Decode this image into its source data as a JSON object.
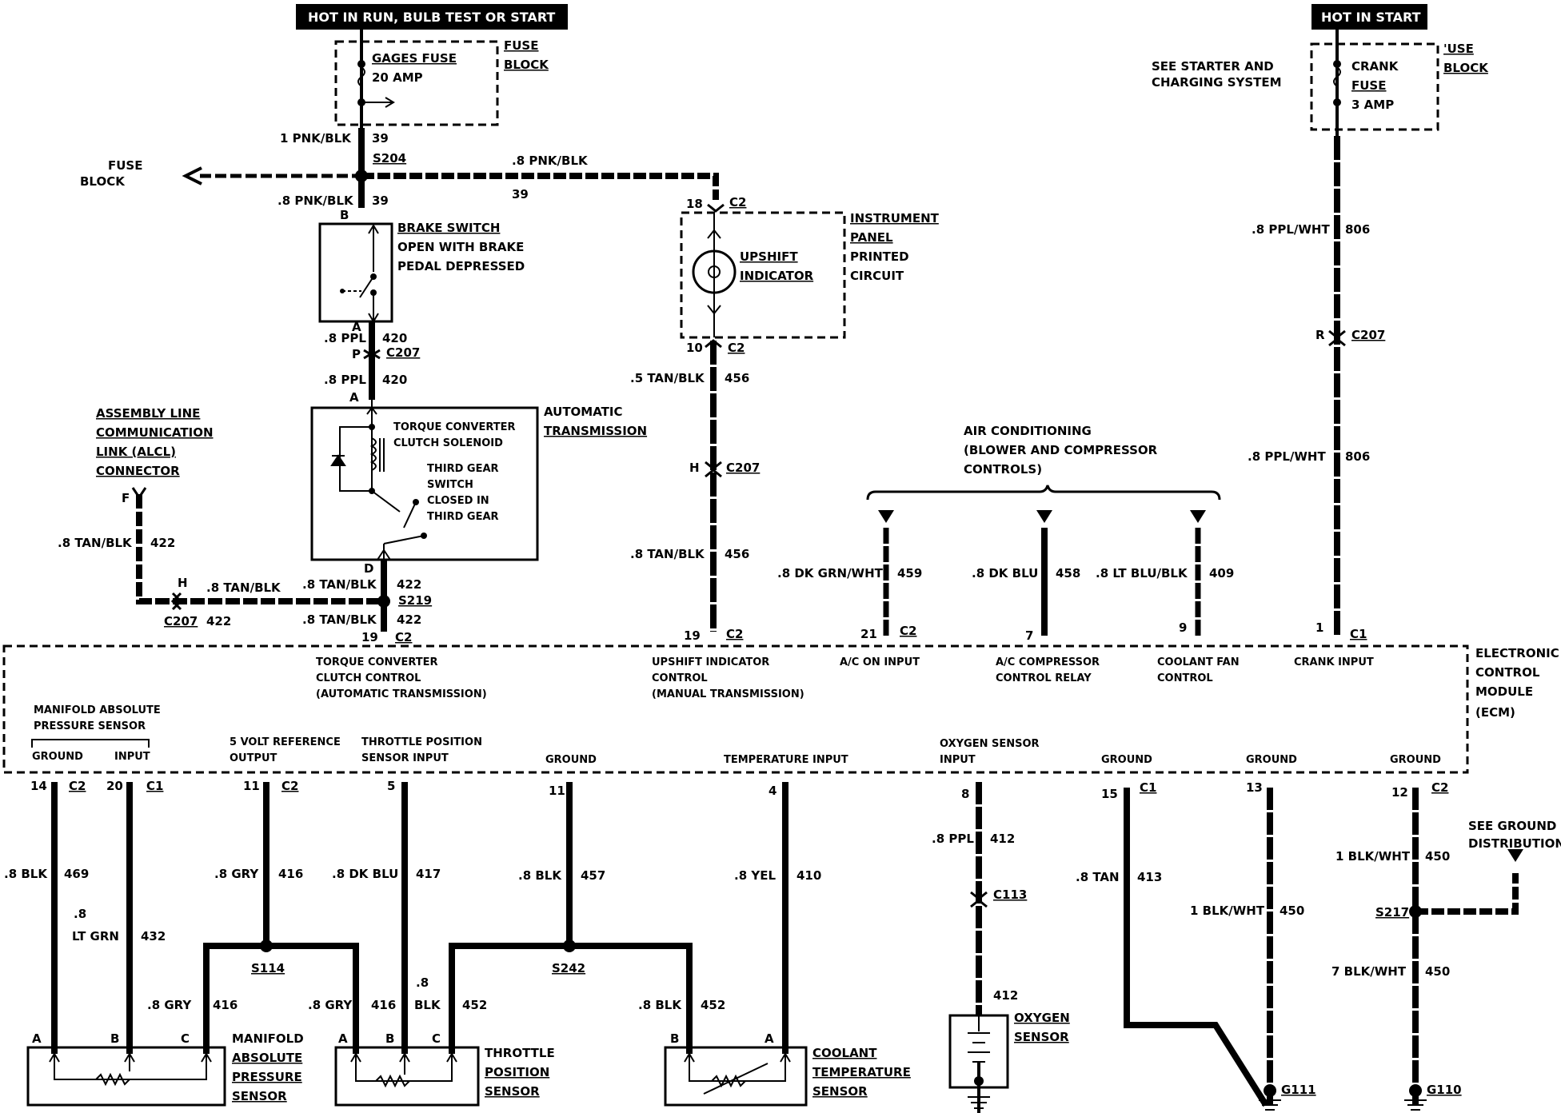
{
  "header": {
    "hot_run": "HOT IN RUN,   BULB TEST OR START",
    "hot_start": "HOT IN START"
  },
  "gages_fuse": {
    "name": "GAGES FUSE",
    "amp": "20 AMP",
    "block1": "FUSE",
    "block2": "BLOCK"
  },
  "crank_fuse": {
    "l1": "CRANK",
    "l2": "FUSE",
    "amp": "3 AMP",
    "block1": "'USE",
    "block2": "BLOCK"
  },
  "starter_note": {
    "l1": "SEE STARTER AND",
    "l2": "CHARGING SYSTEM"
  },
  "fuse_block_left": {
    "l1": "FUSE",
    "l2": "BLOCK"
  },
  "wires": {
    "w39a": "1 PNK/BLK",
    "c39a": "39",
    "s204": "S204",
    "w39b": ".8 PNK/BLK",
    "c39b": "39",
    "w39c": ".8 PNK/BLK",
    "c39c": "39",
    "w420a": ".8 PPL",
    "c420a": "420",
    "w420b": ".8 PPL",
    "c420b": "420",
    "c207a": "C207",
    "w456a": ".5 TAN/BLK",
    "c456a": "456",
    "w456b": ".8 TAN/BLK",
    "c456b": "456",
    "c207b": "C207",
    "w806a": ".8 PPL/WHT",
    "c806a": "806",
    "w806b": ".8 PPL/WHT",
    "c806b": "806",
    "c207c": "C207",
    "w422a": ".8 TAN/BLK",
    "c422a": "422",
    "w422b": ".8 TAN/BLK",
    "w422c": ".8 TAN/BLK",
    "c422c": "422",
    "w422d": ".8 TAN/BLK",
    "c422d": "422",
    "c207d": "C207",
    "c422e": "422",
    "s219": "S219",
    "w459": ".8 DK GRN/WHT",
    "c459": "459",
    "w458": ".8 DK BLU",
    "c458": "458",
    "w409": ".8 LT BLU/BLK",
    "c409": "409"
  },
  "connectors": {
    "c2": "C2",
    "c1": "C1",
    "pinB": "B",
    "pinA": "A",
    "pinP": "P",
    "pinD": "D",
    "pinF": "F",
    "pinH": "H",
    "pinR": "R",
    "p18": "18",
    "p10": "10",
    "p19a": "19",
    "p19b": "19",
    "p21": "21",
    "p7": "7",
    "p9": "9",
    "p1": "1"
  },
  "brake_switch": {
    "l1": "BRAKE SWITCH",
    "l2": "OPEN WITH BRAKE",
    "l3": "PEDAL DEPRESSED"
  },
  "upshift": {
    "l1": "UPSHIFT",
    "l2": "INDICATOR",
    "ip1": "INSTRUMENT",
    "ip2": "PANEL",
    "ip3": "PRINTED",
    "ip4": "CIRCUIT"
  },
  "trans": {
    "tcc1": "TORQUE CONVERTER",
    "tcc2": "CLUTCH SOLENOID",
    "tg1": "THIRD GEAR",
    "tg2": "SWITCH",
    "tg3": "CLOSED IN",
    "tg4": "THIRD GEAR",
    "auto1": "AUTOMATIC",
    "auto2": "TRANSMISSION"
  },
  "aldl": {
    "l1": "ASSEMBLY LINE",
    "l2": "COMMUNICATION",
    "l3": "LINK (ALCL)",
    "l4": "CONNECTOR"
  },
  "ac": {
    "l1": "AIR CONDITIONING",
    "l2": "(BLOWER AND COMPRESSOR",
    "l3": "CONTROLS)"
  },
  "ecm": {
    "name1": "ELECTRONIC",
    "name2": "CONTROL",
    "name3": "MODULE",
    "name4": "(ECM)",
    "tcc1": "TORQUE CONVERTER",
    "tcc2": "CLUTCH CONTROL",
    "tcc3": "(AUTOMATIC TRANSMISSION)",
    "up1": "UPSHIFT INDICATOR",
    "up2": "CONTROL",
    "up3": "(MANUAL TRANSMISSION)",
    "acon": "A/C ON INPUT",
    "acc1": "A/C COMPRESSOR",
    "acc2": "CONTROL RELAY",
    "cf1": "COOLANT FAN",
    "cf2": "CONTROL",
    "crank": "CRANK INPUT",
    "map1": "MANIFOLD ABSOLUTE",
    "map2": "PRESSURE SENSOR",
    "gnd": "GROUND",
    "input": "INPUT",
    "ref1": "5 VOLT REFERENCE",
    "ref2": "OUTPUT",
    "tps1": "THROTTLE POSITION",
    "tps2": "SENSOR INPUT",
    "gnd2": "GROUND",
    "temp": "TEMPERATURE INPUT",
    "o21": "OXYGEN SENSOR",
    "o22": "INPUT",
    "gnd3": "GROUND",
    "gnd4": "GROUND",
    "gnd5": "GROUND"
  },
  "bottom": {
    "p14": "14",
    "p20": "20",
    "p11a": "11",
    "p5": "5",
    "p11b": "11",
    "p4": "4",
    "p8": "8",
    "p15": "15",
    "p13": "13",
    "p12": "12",
    "w469": ".8 BLK",
    "c469": "469",
    "w432a": ".8",
    "w432b": "LT GRN",
    "c432": "432",
    "w416a": ".8 GRY",
    "c416a": "416",
    "w417": ".8 DK BLU",
    "c417": "417",
    "w457": ".8 BLK",
    "c457": "457",
    "w410": ".8 YEL",
    "c410": "410",
    "w412a": ".8 PPL",
    "c412a": "412",
    "c113": "C113",
    "c412b": "412",
    "w413": ".8 TAN",
    "c413": "413",
    "w450a": "1 BLK/WHT",
    "c450a": "450",
    "w450b": "1 BLK/WHT",
    "c450b": "450",
    "w450c": "7 BLK/WHT",
    "c450c": "450",
    "s114": "S114",
    "s242": "S242",
    "s217": "S217",
    "w416b": ".8 GRY",
    "c416b": "416",
    "w416c": ".8 GRY",
    "c416c": "416",
    "w452a1": ".8",
    "w452a2": "BLK",
    "c452a": "452",
    "w452b": ".8 BLK",
    "c452b": "452",
    "gd1": "SEE GROUND",
    "gd2": "DISTRIBUTION",
    "g111": "G111",
    "g110": "G110"
  },
  "sensors": {
    "map1": "MANIFOLD",
    "map2": "ABSOLUTE",
    "map3": "PRESSURE",
    "map4": "SENSOR",
    "tps1": "THROTTLE",
    "tps2": "POSITION",
    "tps3": "SENSOR",
    "cts1": "COOLANT",
    "cts2": "TEMPERATURE",
    "cts3": "SENSOR",
    "o21": "OXYGEN",
    "o22": "SENSOR",
    "pinA": "A",
    "pinB": "B",
    "pinC": "C"
  }
}
